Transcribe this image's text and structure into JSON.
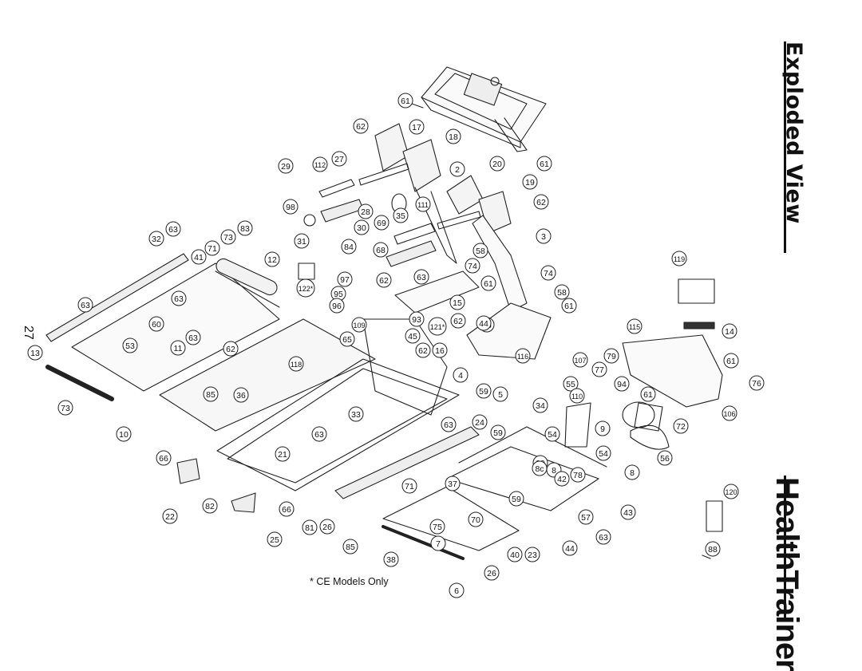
{
  "header": {
    "title": "Exploded View"
  },
  "footer": {
    "page_number": "27",
    "brand": "HealthTrainer"
  },
  "note": "* CE Models Only",
  "callouts": [
    "61",
    "62",
    "17",
    "18",
    "2",
    "20",
    "19",
    "61",
    "62",
    "29",
    "112",
    "27",
    "98",
    "28",
    "69",
    "35",
    "111",
    "31",
    "30",
    "84",
    "68",
    "58",
    "74",
    "63",
    "3",
    "63",
    "32",
    "71",
    "73",
    "83",
    "12",
    "122*",
    "97",
    "95",
    "96",
    "62",
    "61",
    "74",
    "58",
    "61",
    "15",
    "119",
    "63",
    "41",
    "63",
    "60",
    "53",
    "11",
    "63",
    "62",
    "65",
    "109",
    "93",
    "121*",
    "62",
    "44",
    "65",
    "45",
    "62",
    "16",
    "116",
    "115",
    "14",
    "61",
    "76",
    "107",
    "79",
    "77",
    "94",
    "61",
    "106",
    "72",
    "9",
    "56",
    "55",
    "110",
    "54",
    "54",
    "78",
    "13",
    "73",
    "10",
    "85",
    "36",
    "118",
    "4",
    "59",
    "5",
    "34",
    "33",
    "63",
    "63",
    "24",
    "21",
    "66",
    "22",
    "82",
    "66",
    "25",
    "81",
    "26",
    "85",
    "71",
    "37",
    "70",
    "75",
    "7",
    "38",
    "26",
    "6",
    "40",
    "23",
    "57",
    "63",
    "44",
    "59",
    "8",
    "39",
    "8c",
    "8",
    "42",
    "59",
    "43",
    "120",
    "88"
  ]
}
